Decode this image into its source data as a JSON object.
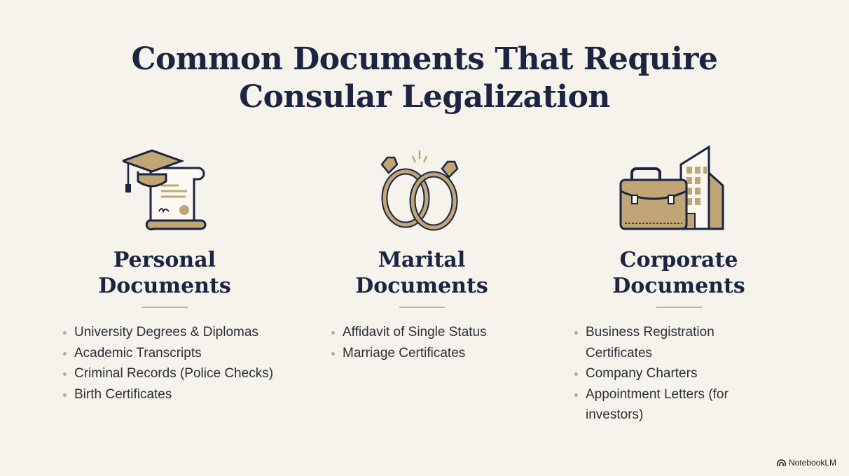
{
  "title": {
    "line1": "Common Documents That Require",
    "line2": "Consular Legalization"
  },
  "colors": {
    "navy": "#1b2440",
    "gold": "#bfa674",
    "background": "#f6f3ed"
  },
  "columns": [
    {
      "icon": "graduation-diploma-icon",
      "heading_line1": "Personal",
      "heading_line2": "Documents",
      "items": [
        "University Degrees & Diplomas",
        "Academic Transcripts",
        "Criminal Records (Police Checks)",
        "Birth Certificates"
      ]
    },
    {
      "icon": "wedding-rings-icon",
      "heading_line1": "Marital",
      "heading_line2": "Documents",
      "items": [
        "Affidavit of Single Status",
        "Marriage Certificates"
      ]
    },
    {
      "icon": "briefcase-building-icon",
      "heading_line1": "Corporate",
      "heading_line2": "Documents",
      "items": [
        "Business Registration Certificates",
        "Company Charters",
        "Appointment Letters (for investors)"
      ]
    }
  ],
  "brand": {
    "label": "NotebookLM"
  }
}
